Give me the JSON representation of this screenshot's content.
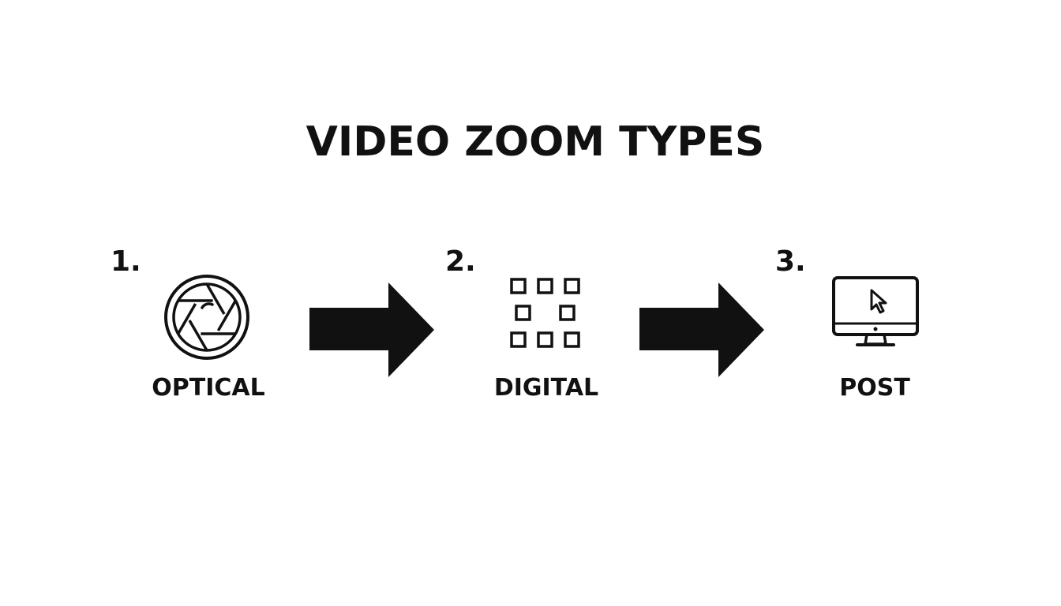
{
  "title": "VIDEO ZOOM TYPES",
  "steps": [
    {
      "number": "1.",
      "label": "OPTICAL",
      "icon": "camera-aperture-icon"
    },
    {
      "number": "2.",
      "label": "DIGITAL",
      "icon": "pixel-grid-icon"
    },
    {
      "number": "3.",
      "label": "POST",
      "icon": "monitor-cursor-icon"
    }
  ],
  "colors": {
    "background": "#ffffff",
    "foreground": "#111111"
  }
}
